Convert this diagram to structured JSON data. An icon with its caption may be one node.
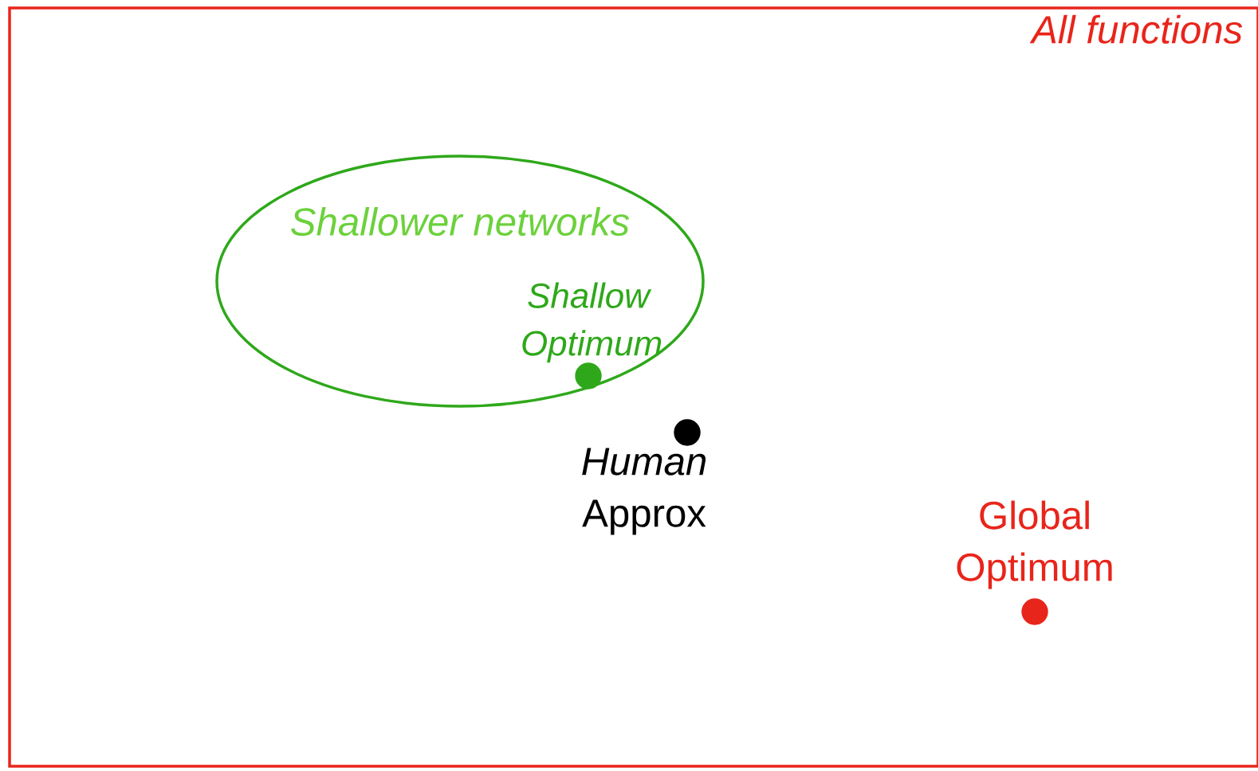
{
  "diagram": {
    "nodes": [
      {
        "text": [
          "All functions"
        ]
      },
      {
        "text": [
          "Shallower networks"
        ],
        "in": 0
      },
      {
        "text": [],
        "shape": "circle",
        "beside": [
          "Shallow Optimum"
        ],
        "in": 1
      },
      {
        "text": [],
        "shape": "circle",
        "beside": [
          "*Human* Approx"
        ],
        "in": 0
      },
      {
        "text": [],
        "shape": "circle",
        "beside": [
          "Global Optimum"
        ],
        "in": 0
      }
    ]
  }
}
